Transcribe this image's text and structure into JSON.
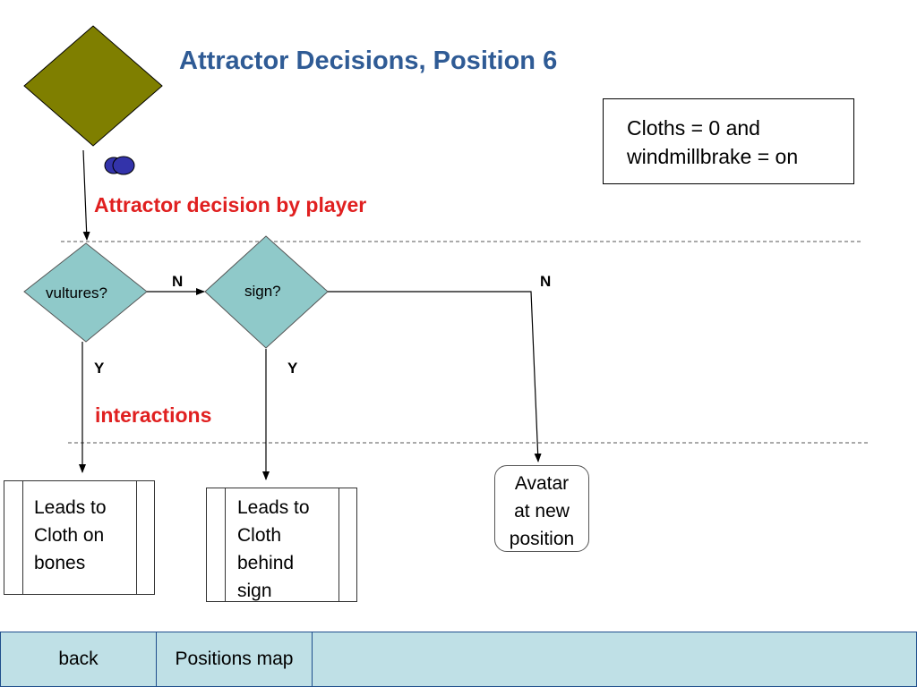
{
  "title": "Attractor Decisions, Position 6",
  "condition_lines": [
    "Cloths = 0 and",
    "windmillbrake = on"
  ],
  "attractor_label": "Attractor decision by player",
  "interactions_label": "interactions",
  "decisions": {
    "vultures": "vultures?",
    "sign": "sign?"
  },
  "edge_labels": {
    "vultures_no": "N",
    "sign_no": "N",
    "vultures_yes": "Y",
    "sign_yes": "Y"
  },
  "outcomes": {
    "cloth_on_bones": [
      "Leads to",
      "Cloth on",
      "bones"
    ],
    "cloth_behind_sign": [
      "Leads to",
      "Cloth",
      "behind",
      "sign"
    ],
    "avatar": [
      "Avatar",
      "at new",
      "position"
    ]
  },
  "nav": {
    "back": "back",
    "positions_map": "Positions map"
  },
  "colors": {
    "start_diamond": "#7f7f00",
    "decision_diamond": "#8fc9c9",
    "title": "#2f5b95",
    "red_label": "#e02020",
    "nav_bar": "#bfe0e6",
    "player_icon": "#3333aa"
  }
}
